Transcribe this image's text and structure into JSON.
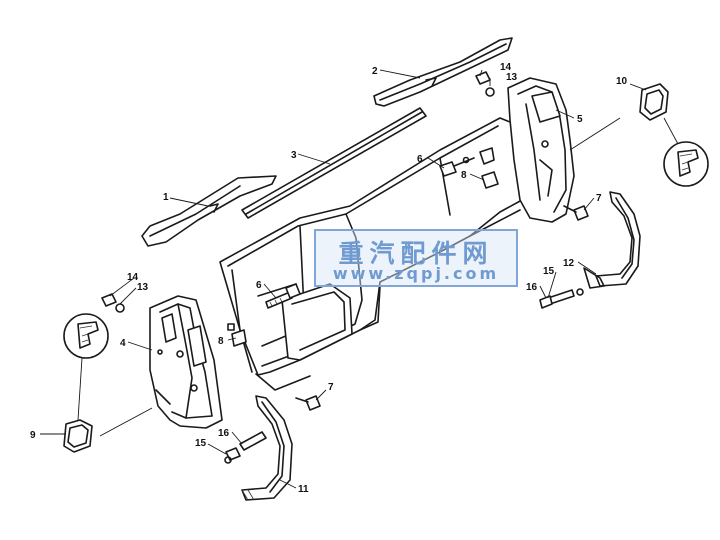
{
  "diagram": {
    "callouts": [
      {
        "id": "c1",
        "text": "1"
      },
      {
        "id": "c2",
        "text": "2"
      },
      {
        "id": "c3",
        "text": "3"
      },
      {
        "id": "c4",
        "text": "4"
      },
      {
        "id": "c5",
        "text": "5"
      },
      {
        "id": "c6a",
        "text": "6"
      },
      {
        "id": "c6b",
        "text": "6"
      },
      {
        "id": "c7a",
        "text": "7"
      },
      {
        "id": "c7b",
        "text": "7"
      },
      {
        "id": "c8a",
        "text": "8"
      },
      {
        "id": "c8b",
        "text": "8"
      },
      {
        "id": "c9",
        "text": "9"
      },
      {
        "id": "c10",
        "text": "10"
      },
      {
        "id": "c11",
        "text": "11"
      },
      {
        "id": "c12",
        "text": "12"
      },
      {
        "id": "c13a",
        "text": "13"
      },
      {
        "id": "c13b",
        "text": "13"
      },
      {
        "id": "c14a",
        "text": "14"
      },
      {
        "id": "c14b",
        "text": "14"
      },
      {
        "id": "c15a",
        "text": "15"
      },
      {
        "id": "c15b",
        "text": "15"
      },
      {
        "id": "c16a",
        "text": "16"
      },
      {
        "id": "c16b",
        "text": "16"
      }
    ]
  },
  "watermark": {
    "text_cn": "重汽配件网",
    "url": "www.zqpj.com",
    "color": "#6f9bd1"
  }
}
